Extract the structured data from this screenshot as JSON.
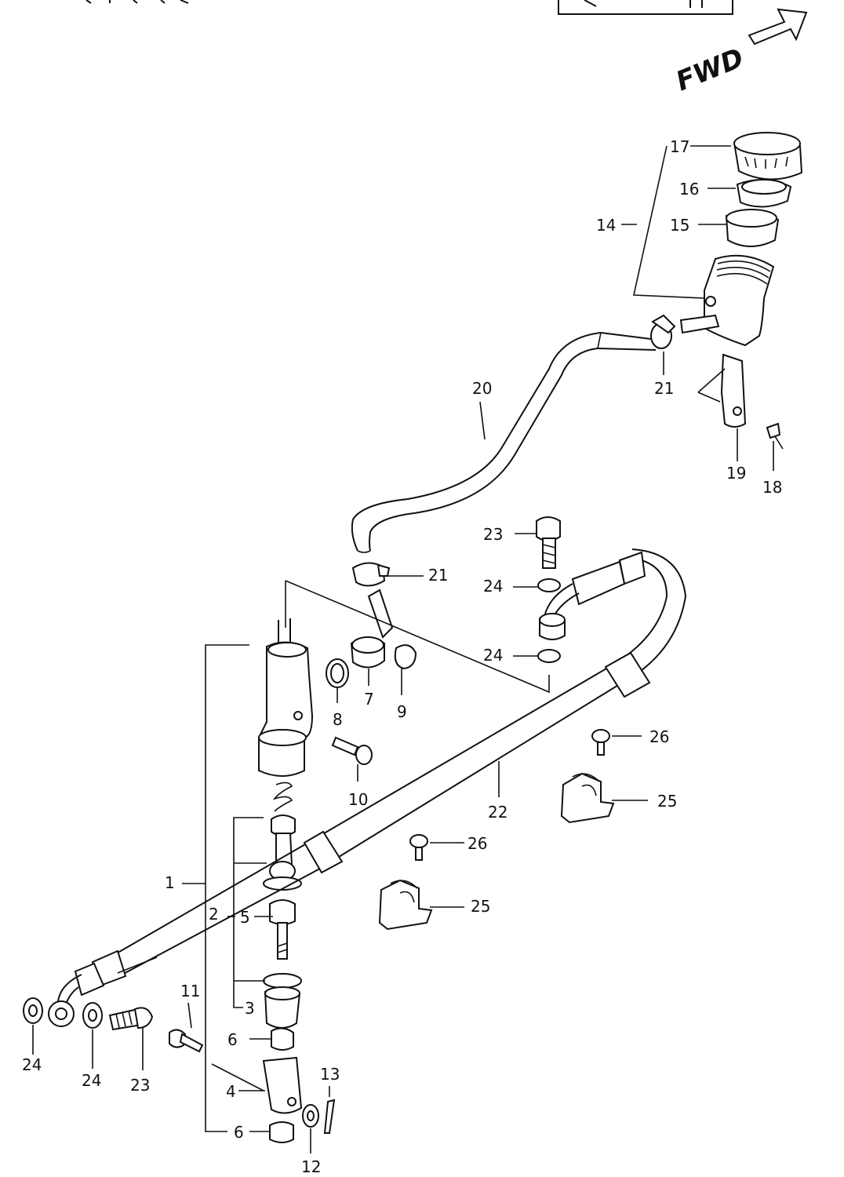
{
  "diagram": {
    "direction_label": "FWD",
    "part_numbers": {
      "p1": "1",
      "p2": "2",
      "p3": "3",
      "p4": "4",
      "p5": "5",
      "p6a": "6",
      "p6b": "6",
      "p7": "7",
      "p8": "8",
      "p9": "9",
      "p10": "10",
      "p11": "11",
      "p12": "12",
      "p13": "13",
      "p14": "14",
      "p15": "15",
      "p16": "16",
      "p17": "17",
      "p18": "18",
      "p19": "19",
      "p20": "20",
      "p21a": "21",
      "p21b": "21",
      "p22": "22",
      "p23a": "23",
      "p23b": "23",
      "p24a": "24",
      "p24b": "24",
      "p24c": "24",
      "p24d": "24",
      "p25a": "25",
      "p25b": "25",
      "p26a": "26",
      "p26b": "26"
    }
  }
}
